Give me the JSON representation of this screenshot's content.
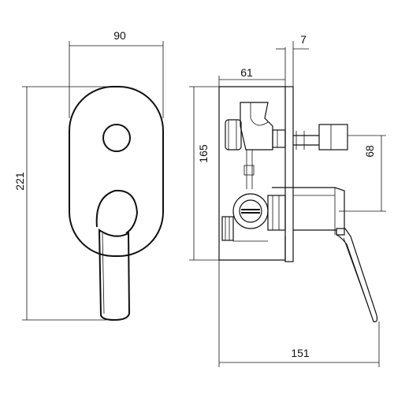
{
  "dimensions": {
    "front_width": "90",
    "front_height": "221",
    "side_box_depth": "61",
    "plate_thickness": "7",
    "box_height": "165",
    "outlet_offset": "68",
    "overall_depth": "151"
  },
  "colors": {
    "line": "#111111",
    "background": "#ffffff"
  }
}
